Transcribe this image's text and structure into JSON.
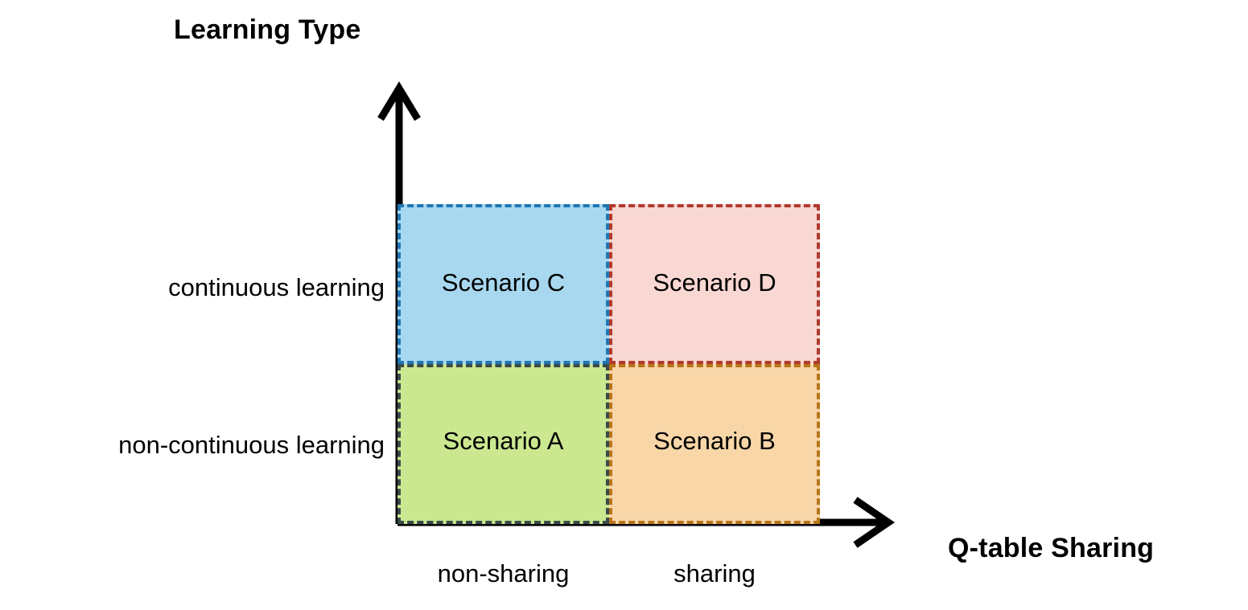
{
  "chart_data": {
    "type": "table",
    "title": "",
    "xlabel": "Q-table Sharing",
    "ylabel": "Learning Type",
    "x_categories": [
      "non-sharing",
      "sharing"
    ],
    "y_categories": [
      "continuous learning",
      "non-continuous learning"
    ],
    "grid": false,
    "legend": "none",
    "cells": [
      {
        "label": "Scenario C",
        "x_category": "non-sharing",
        "y_category": "continuous learning",
        "fill": "#A8D8EF",
        "border": "#1F77B4",
        "row": 0,
        "col": 0
      },
      {
        "label": "Scenario D",
        "x_category": "sharing",
        "y_category": "continuous learning",
        "fill": "#F9D7D2",
        "border": "#B03A2E",
        "row": 0,
        "col": 1
      },
      {
        "label": "Scenario A",
        "x_category": "non-sharing",
        "y_category": "non-continuous learning",
        "fill": "#CBE890",
        "border": "#3A4A4A",
        "row": 1,
        "col": 0
      },
      {
        "label": "Scenario B",
        "x_category": "sharing",
        "y_category": "non-continuous learning",
        "fill": "#F8D6A8",
        "border": "#B8751A",
        "row": 1,
        "col": 1
      }
    ]
  },
  "axes": {
    "y_title": "Learning Type",
    "x_title": "Q-table Sharing",
    "line_color": "#000000",
    "y_arrow_icon": "arrow-up-icon",
    "x_arrow_icon": "arrow-right-icon"
  },
  "labels": {
    "y": [
      "continuous learning",
      "non-continuous learning"
    ],
    "x": [
      "non-sharing",
      "sharing"
    ]
  }
}
